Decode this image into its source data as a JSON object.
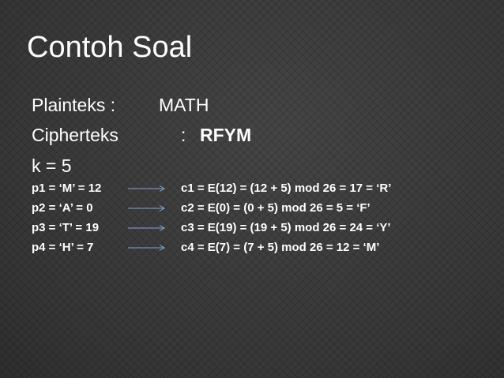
{
  "slide": {
    "title": "Contoh Soal",
    "plaintext_label": "Plainteks  :",
    "plaintext_value": "MATH",
    "ciphertext_label": "Cipherteks",
    "ciphertext_colon": ":",
    "ciphertext_value": "RFYM",
    "key_line": "k = 5",
    "rows": [
      {
        "left": "p1 = ‘M’ = 12",
        "right": "c1 = E(12) = (12 + 5) mod 26 = 17 = ‘R’"
      },
      {
        "left": "p2 = ‘A’ = 0",
        "right": "c2 = E(0) = (0 + 5) mod 26 = 5 = ‘F’"
      },
      {
        "left": "p3 = ‘T’ = 19",
        "right": "c3 = E(19) = (19 + 5) mod 26 = 24 = ‘Y’"
      },
      {
        "left": "p4 = ‘H’ = 7",
        "right": "c4 = E(7) = (7 + 5) mod 26 = 12 = ‘M’"
      }
    ]
  },
  "colors": {
    "background": "#3b3b3b",
    "text": "#ffffff",
    "arrow": "#7fa7d6"
  },
  "icons": {
    "row_arrow": "right-arrow-icon"
  }
}
